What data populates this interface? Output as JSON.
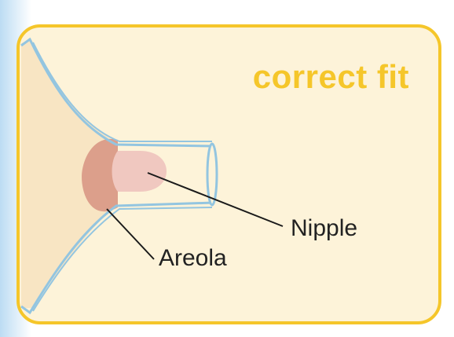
{
  "diagram": {
    "title": "correct fit",
    "labels": {
      "nipple": "Nipple",
      "areola": "Areola"
    }
  },
  "colors": {
    "page_left_tint": "#cfe6f7",
    "panel_fill": "#fdf3d9",
    "panel_border": "#f5c62a",
    "title": "#f5c62a",
    "breast_fill": "#f8e5c3",
    "areola_fill": "#dc9f8b",
    "nipple_fill": "#f0c8c0",
    "flange_outline": "#93c5e0",
    "leader_line": "#1a1a1a",
    "label_text": "#222222"
  }
}
